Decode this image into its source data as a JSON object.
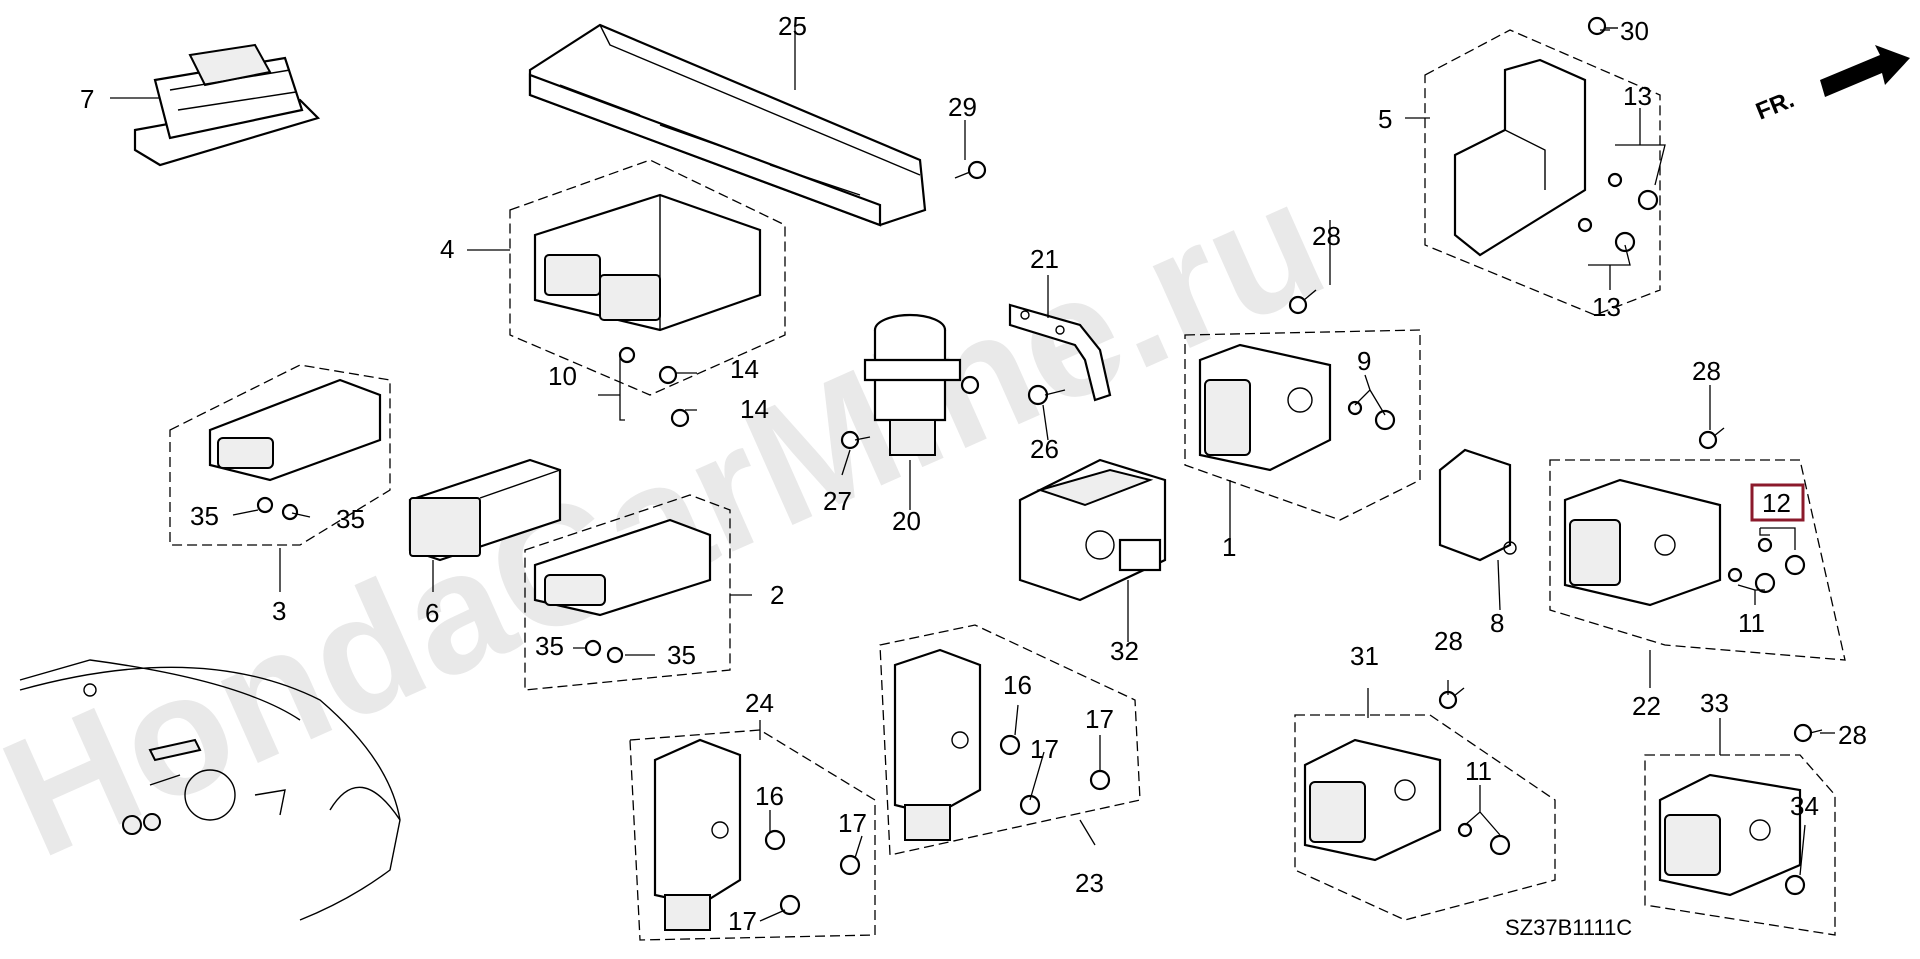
{
  "diagram": {
    "code": "SZ37B1111C",
    "direction": "FR.",
    "watermark": "HondaCarMine.ru",
    "highlight_color": "#8b1a2b",
    "highlighted_callout": "12",
    "callouts": {
      "c1": "1",
      "c2": "2",
      "c3": "3",
      "c4": "4",
      "c5": "5",
      "c6": "6",
      "c7": "7",
      "c8": "8",
      "c9": "9",
      "c10": "10",
      "c11a": "11",
      "c11b": "11",
      "c12": "12",
      "c13a": "13",
      "c13b": "13",
      "c14a": "14",
      "c14b": "14",
      "c16a": "16",
      "c16b": "16",
      "c17a": "17",
      "c17b": "17",
      "c17c": "17",
      "c17d": "17",
      "c20": "20",
      "c21": "21",
      "c22": "22",
      "c23": "23",
      "c24": "24",
      "c25": "25",
      "c26": "26",
      "c27": "27",
      "c28a": "28",
      "c28b": "28",
      "c28c": "28",
      "c28d": "28",
      "c29": "29",
      "c30": "30",
      "c31": "31",
      "c32": "32",
      "c33": "33",
      "c34": "34",
      "c35a": "35",
      "c35b": "35",
      "c35c": "35",
      "c35d": "35"
    }
  }
}
